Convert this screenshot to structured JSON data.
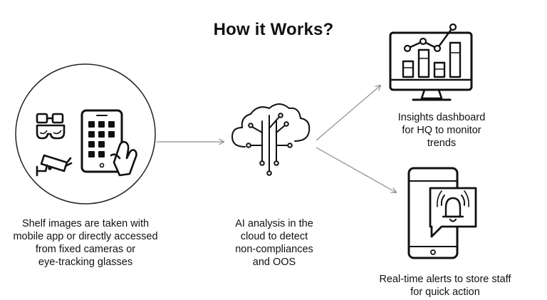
{
  "title": "How it Works?",
  "steps": {
    "capture": {
      "caption": "Shelf images are taken with\nmobile app or directly accessed\nfrom fixed cameras or\neye-tracking glasses",
      "icons": [
        "eye-tracking-glasses-icon",
        "security-camera-icon",
        "smartphone-grid-icon",
        "hand-icon"
      ]
    },
    "ai": {
      "caption": "AI analysis in the\ncloud to detect\nnon-compliances\nand OOS",
      "icons": [
        "ai-cloud-circuit-icon"
      ]
    },
    "insights": {
      "caption": "Insights dashboard\nfor HQ to monitor\ntrends",
      "icons": [
        "monitor-chart-icon"
      ]
    },
    "alerts": {
      "caption": "Real-time alerts to store staff\nfor quick action",
      "icons": [
        "phone-bell-alert-icon"
      ]
    }
  },
  "colors": {
    "stroke": "#111111",
    "arrow": "#8c8c8c",
    "circle": "#222222"
  }
}
